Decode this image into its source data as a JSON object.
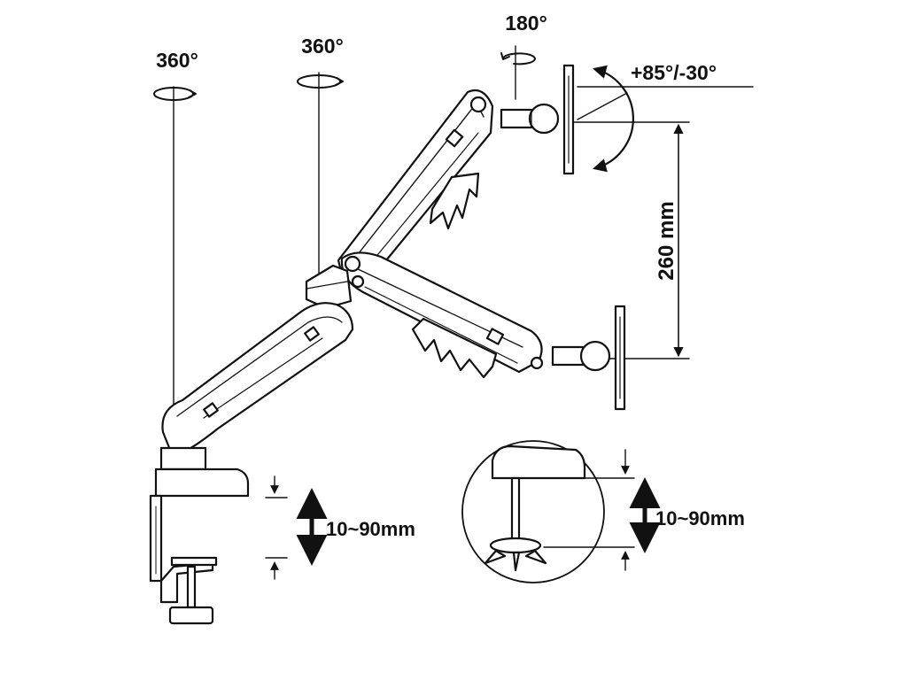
{
  "labels": {
    "base_rotation": "360°",
    "elbow_rotation": "360°",
    "head_swivel": "180°",
    "tilt": "+85°/-30°",
    "height_adjust": "260 mm",
    "clamp_range": "10~90mm",
    "grommet_range": "10~90mm"
  },
  "colors": {
    "ink": "#111111",
    "background": "#ffffff"
  }
}
